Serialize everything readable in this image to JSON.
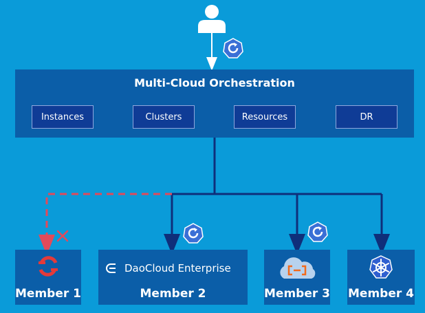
{
  "orchestration": {
    "title": "Multi-Cloud Orchestration",
    "modules": [
      {
        "label": "Instances"
      },
      {
        "label": "Clusters"
      },
      {
        "label": "Resources"
      },
      {
        "label": "DR"
      }
    ]
  },
  "members": [
    {
      "label": "Member 1",
      "icon": "redhat-openshift-icon",
      "status": "disconnected"
    },
    {
      "label": "Member 2",
      "brand": "DaoCloud Enterprise",
      "icon": "daocloud-icon"
    },
    {
      "label": "Member 3",
      "icon": "alibaba-cloud-icon"
    },
    {
      "label": "Member 4",
      "icon": "kubernetes-icon"
    }
  ],
  "colors": {
    "background": "#0a9bd9",
    "panel": "#0b5ea8",
    "module": "#0f3c96",
    "connector": "#0f2f7a",
    "disconnected": "#e24a5a",
    "sync_icon": "#3a6fd6"
  }
}
